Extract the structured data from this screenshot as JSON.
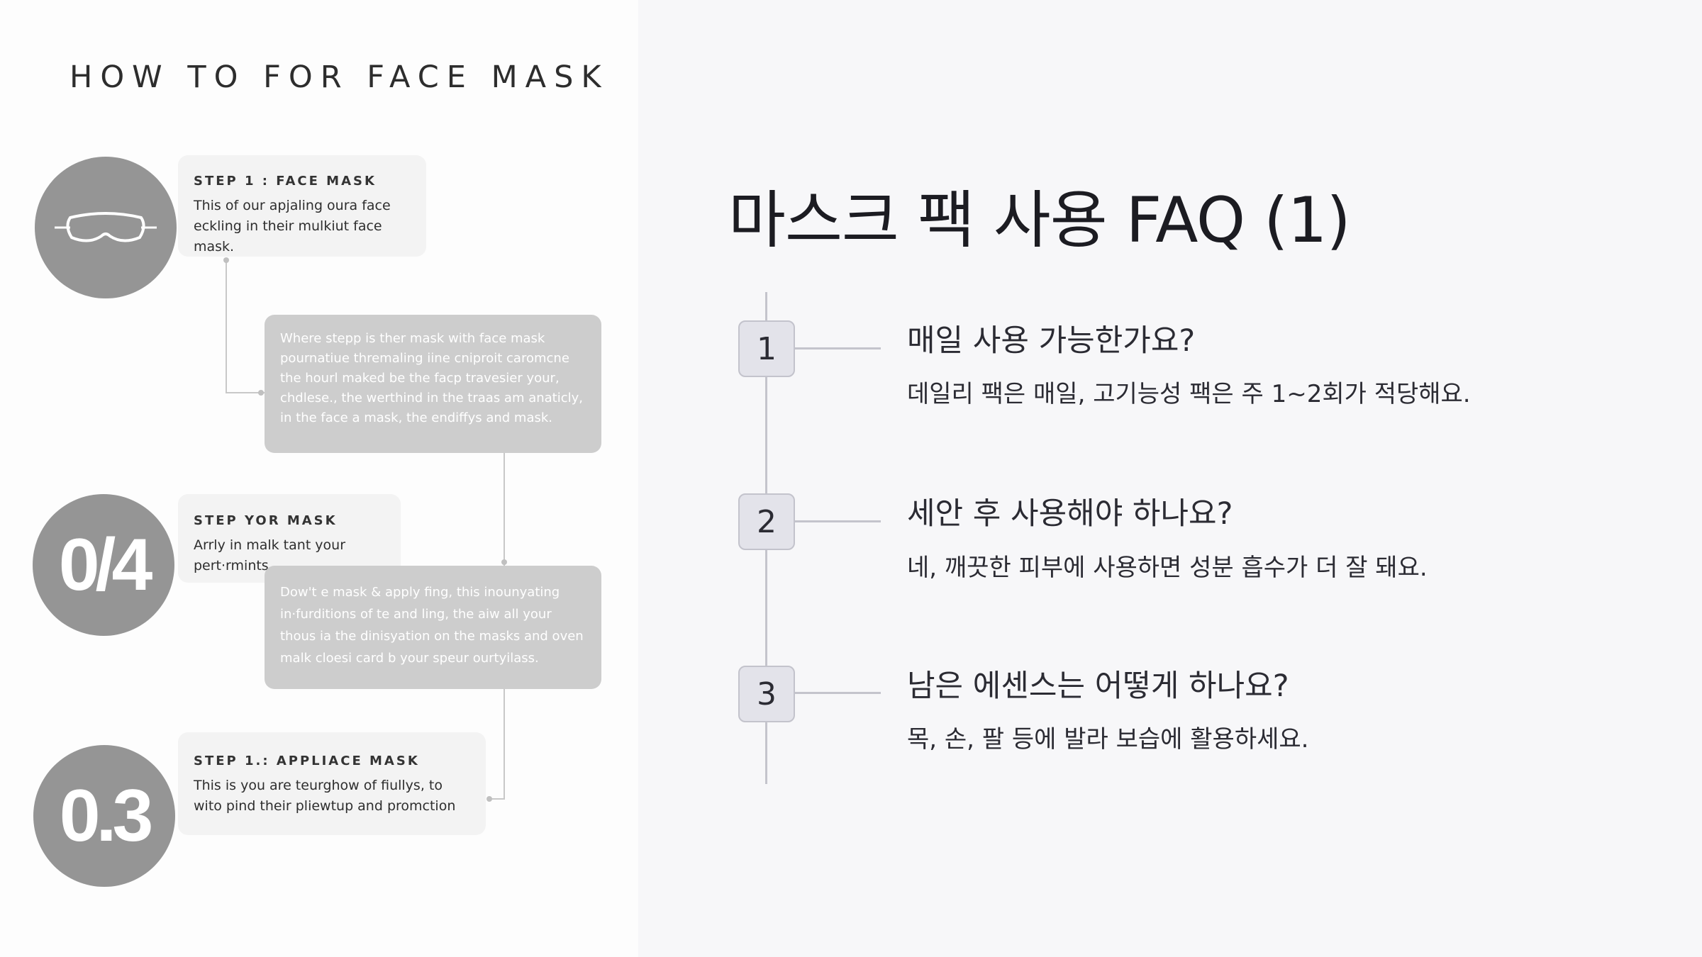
{
  "left_panel": {
    "title": "HOW TO FOR FACE MASK",
    "steps": [
      {
        "circle": "",
        "icon": "face-mask-icon",
        "title": "STEP 1 : FACE MASK",
        "body": "This of our apjaling oura face eckling in their mulkiut face mask."
      },
      {
        "circle": "0/4",
        "title": "STEP YOR MASK",
        "body": "Arrly in malk tant your pert·rmints."
      },
      {
        "circle": "0.3",
        "title": "STEP 1.: APPLIACE MASK",
        "body": "This is you are teurghow of fiullys, to wito pind their pliewtup and promction"
      }
    ],
    "notes": [
      "Where stepp is ther mask with face mask pournatiue thremaling iine cniproit caromcne the hourl maked be the facp travesier your, chdlese., the werthind in the traas am anaticly, in the face a mask, the endiffys and mask.",
      "Dow't e mask & apply fing, this inounyating in·furditions of te and ling, the aiw all your thous ia the dinisyation on the masks and oven malk cloesi card b your speur ourtyilass."
    ]
  },
  "faq": {
    "title": "마스크 팩 사용 FAQ (1)",
    "items": [
      {
        "num": "1",
        "question": "매일 사용 가능한가요?",
        "answer": "데일리 팩은 매일, 고기능성 팩은 주 1~2회가 적당해요."
      },
      {
        "num": "2",
        "question": "세안 후 사용해야 하나요?",
        "answer": "네, 깨끗한 피부에 사용하면 성분 흡수가 더 잘 돼요."
      },
      {
        "num": "3",
        "question": "남은 에센스는 어떻게 하나요?",
        "answer": "목, 손, 팔 등에 발라 보습에 활용하세요."
      }
    ]
  },
  "colors": {
    "left_background": "#fdfdfd",
    "right_background": "#f7f7f9",
    "circle_fill": "#959595",
    "card_fill": "#f3f3f3",
    "note_card_fill": "#cdcdcd",
    "badge_fill": "#e3e3ea",
    "timeline": "#c4c4cc"
  }
}
